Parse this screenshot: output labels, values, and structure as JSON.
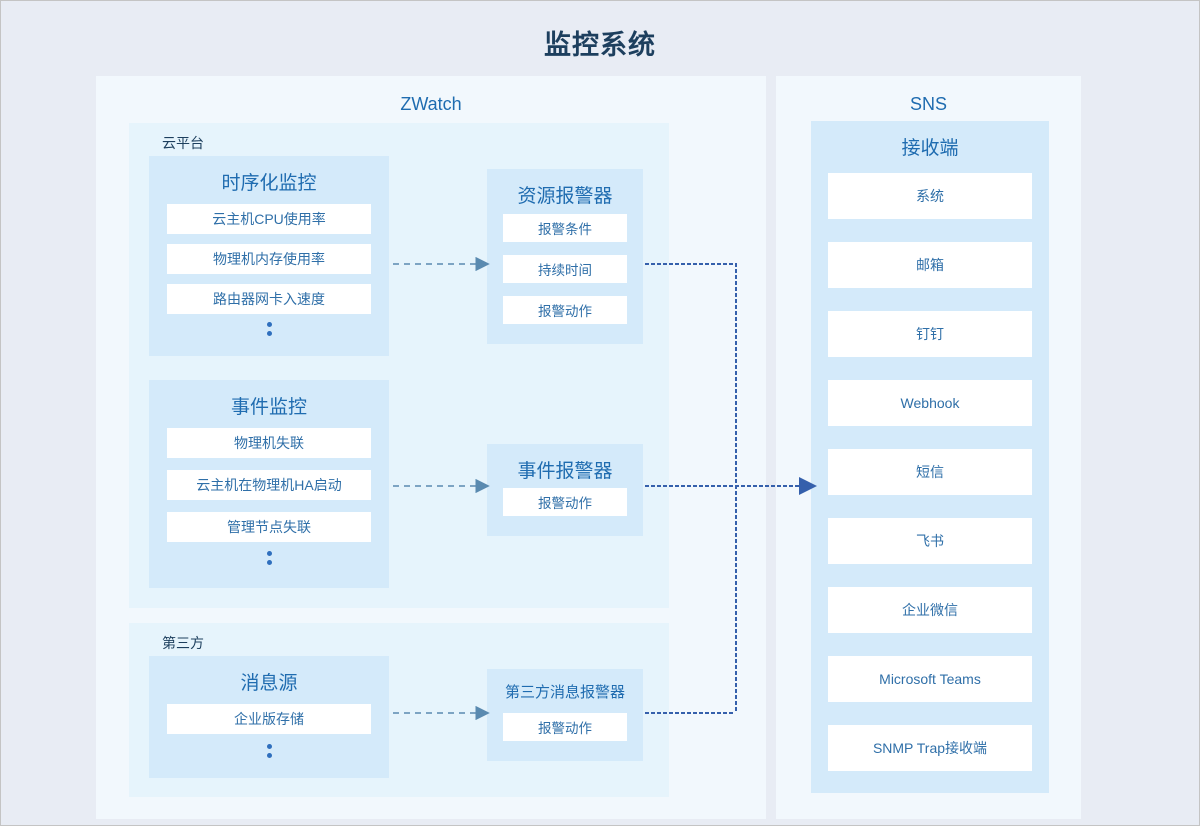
{
  "page": {
    "title": "监控系统",
    "background": "#e8ecf4",
    "accent": "#1f6cb0",
    "title_color": "#1d3f5e",
    "dashed_arrow_color": "#5a8ab0",
    "dotted_arrow_color": "#3560ac"
  },
  "zwatch": {
    "panel_title": "ZWatch",
    "groups": [
      {
        "label": "云平台"
      },
      {
        "label": "第三方"
      }
    ],
    "cards": {
      "metric_monitor": {
        "title": "时序化监控",
        "items": [
          "云主机CPU使用率",
          "物理机内存使用率",
          "路由器网卡入速度"
        ],
        "ellipsis": true
      },
      "event_monitor": {
        "title": "事件监控",
        "items": [
          "物理机失联",
          "云主机在物理机HA启动",
          "管理节点失联"
        ],
        "ellipsis": true
      },
      "message_source": {
        "title": "消息源",
        "items": [
          "企业版存储"
        ],
        "ellipsis": true
      },
      "resource_alerter": {
        "title": "资源报警器",
        "items": [
          "报警条件",
          "持续时间",
          "报警动作"
        ],
        "ellipsis": false
      },
      "event_alerter": {
        "title": "事件报警器",
        "items": [
          "报警动作"
        ],
        "ellipsis": false
      },
      "third_party_alerter": {
        "title": "第三方消息报警器",
        "items": [
          "报警动作"
        ],
        "ellipsis": false
      }
    }
  },
  "sns": {
    "panel_title": "SNS",
    "receiver": {
      "title": "接收端",
      "items": [
        "系统",
        "邮箱",
        "钉钉",
        "Webhook",
        "短信",
        "飞书",
        "企业微信",
        "Microsoft Teams",
        "SNMP Trap接收端"
      ]
    }
  }
}
